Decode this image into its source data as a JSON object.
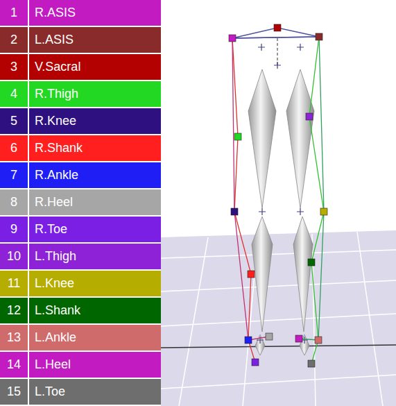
{
  "diagram": {
    "labels": [
      "1",
      "2",
      "3",
      "4",
      "5",
      "6",
      "7",
      "8",
      "9",
      "10",
      "11",
      "12",
      "13",
      "14",
      "15"
    ],
    "legend": [
      {
        "text": "R.ASIS",
        "color": "#c21bc2"
      },
      {
        "text": "L.ASIS",
        "color": "#8a2b2b"
      },
      {
        "text": "V.Sacral",
        "color": "#b30000"
      },
      {
        "text": "R.Thigh",
        "color": "#22d822"
      },
      {
        "text": "R.Knee",
        "color": "#2f1080"
      },
      {
        "text": "R.Shank",
        "color": "#ff1f1f"
      },
      {
        "text": "R.Ankle",
        "color": "#1e1ef5"
      },
      {
        "text": "R.Heel",
        "color": "#a6a6a6"
      },
      {
        "text": "R.Toe",
        "color": "#7a1fe3"
      },
      {
        "text": "L.Thigh",
        "color": "#8e22d6"
      },
      {
        "text": "L.Knee",
        "color": "#b5ad00"
      },
      {
        "text": "L.Shank",
        "color": "#006600"
      },
      {
        "text": "L.Ankle",
        "color": "#cf6b6b"
      },
      {
        "text": "L.Heel",
        "color": "#c21bc2"
      },
      {
        "text": "L.Toe",
        "color": "#6e6e6e"
      }
    ]
  }
}
